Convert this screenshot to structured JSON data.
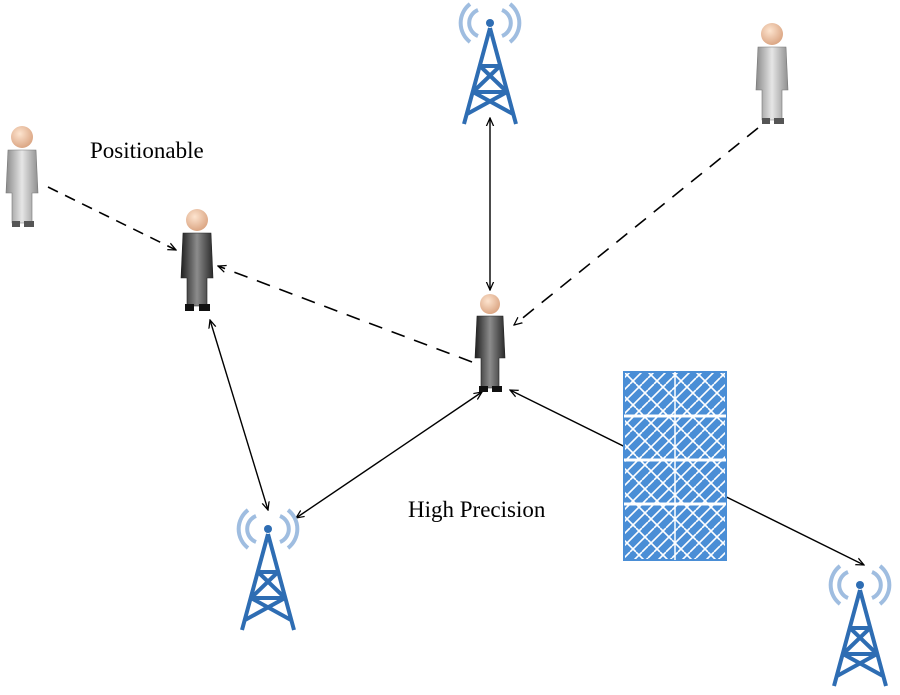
{
  "labels": {
    "positionable": "Positionable",
    "high_precision": "High Precision"
  },
  "nodes": {
    "people": [
      {
        "id": "person-left",
        "state": "unknown",
        "body_color": "light"
      },
      {
        "id": "person-positionable",
        "state": "positionable",
        "body_color": "dark"
      },
      {
        "id": "person-center",
        "state": "high-precision",
        "body_color": "dark"
      },
      {
        "id": "person-top-right",
        "state": "unknown",
        "body_color": "light"
      }
    ],
    "towers": [
      {
        "id": "tower-top",
        "icon": "cell-tower-icon"
      },
      {
        "id": "tower-bottom-left",
        "icon": "cell-tower-icon"
      },
      {
        "id": "tower-bottom-right",
        "icon": "cell-tower-icon"
      }
    ],
    "obstacle": {
      "id": "brick-wall",
      "icon": "brick-wall-icon"
    }
  },
  "links": [
    {
      "from": "person-left",
      "to": "person-positionable",
      "style": "dashed",
      "direction": "one-way"
    },
    {
      "from": "person-center",
      "to": "person-positionable",
      "style": "dashed",
      "direction": "one-way"
    },
    {
      "from": "person-top-right",
      "to": "person-center",
      "style": "dashed",
      "direction": "one-way"
    },
    {
      "from": "tower-top",
      "to": "person-center",
      "style": "solid",
      "direction": "two-way"
    },
    {
      "from": "person-positionable",
      "to": "tower-bottom-left",
      "style": "solid",
      "direction": "two-way"
    },
    {
      "from": "tower-bottom-left",
      "to": "person-center",
      "style": "solid",
      "direction": "two-way"
    },
    {
      "from": "person-center",
      "to": "tower-bottom-right",
      "style": "solid",
      "direction": "two-way"
    }
  ],
  "colors": {
    "tower": "#2e6db3",
    "tower_wave": "#9fbde0",
    "wall": "#4a8ed6",
    "arrow": "#000000",
    "person_dark": "#3a3a3a",
    "person_light": "#a9a9a9",
    "head": "#f2c9a8"
  }
}
